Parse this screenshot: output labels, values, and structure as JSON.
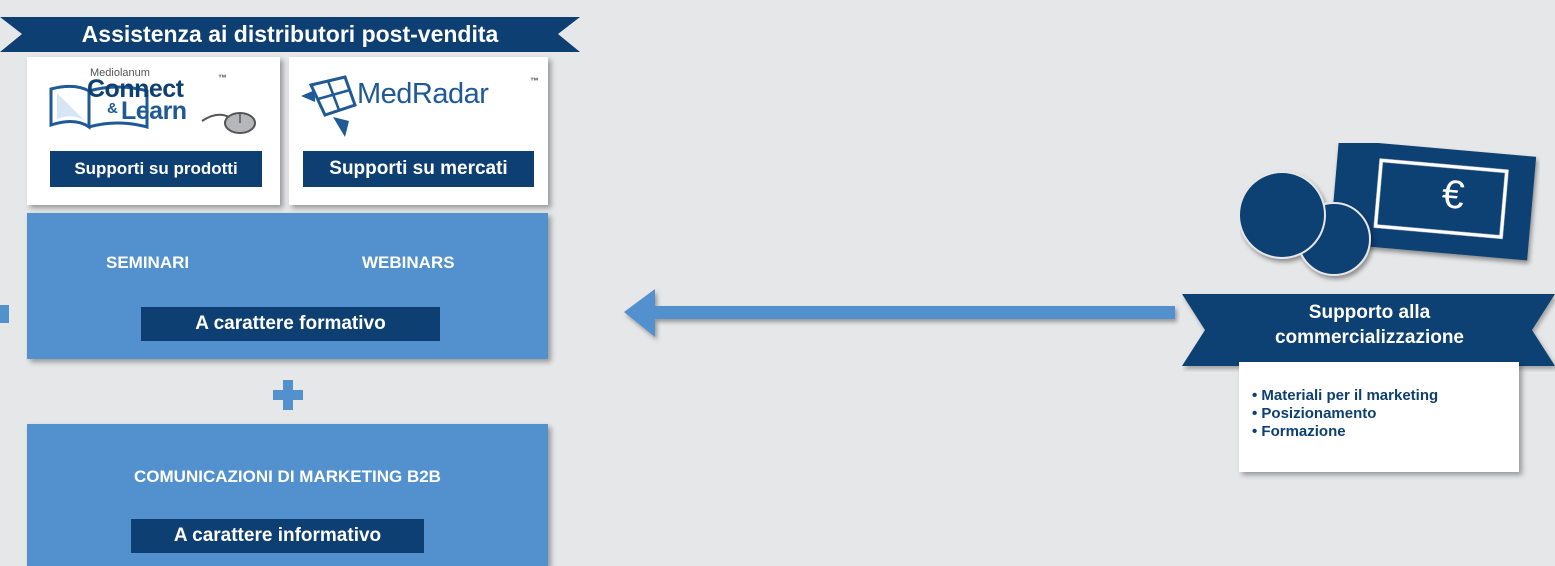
{
  "top_banner": {
    "title": "Assistenza ai distributori post-vendita"
  },
  "cards": {
    "connect": {
      "logo_small": "Mediolanum",
      "logo_word1": "Connect",
      "logo_amp": "&",
      "logo_word2": "Learn",
      "logo_tm": "™",
      "label": "Supporti su prodotti"
    },
    "medradar": {
      "logo_text": "MedRadar",
      "logo_tm": "™",
      "label": "Supporti su mercati"
    }
  },
  "training_box": {
    "item_left": "SEMINARI",
    "item_right": "WEBINARS",
    "label": "A carattere formativo"
  },
  "plus": "+",
  "info_box": {
    "title": "COMUNICAZIONI DI MARKETING B2B",
    "label": "A carattere informativo"
  },
  "commercial_support": {
    "currency_symbol": "€",
    "title_line1": "Supporto alla",
    "title_line2": "commercializzazione",
    "items": [
      "• Materiali per il marketing",
      "• Posizionamento",
      "• Formazione"
    ]
  },
  "colors": {
    "navy": "#0e3f73",
    "blue": "#5290ce",
    "background": "#e6e7e8",
    "white": "#ffffff"
  },
  "icons": [
    "book-mouse-logo-icon",
    "radar-logo-icon",
    "coins-icon",
    "banknote-icon",
    "left-arrow-icon",
    "plus-icon"
  ]
}
